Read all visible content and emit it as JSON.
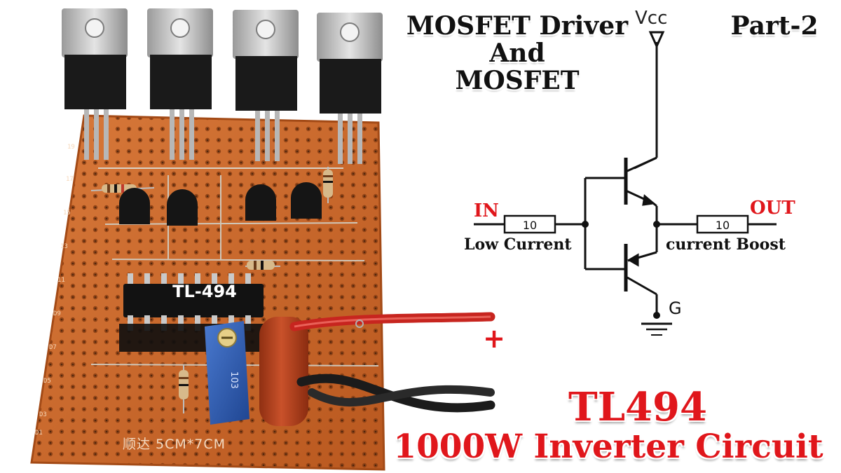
{
  "titles": {
    "driver_line1": "MOSFET Driver",
    "driver_line2": "And",
    "driver_line3": "MOSFET",
    "part": "Part-2",
    "main_line1": "TL494",
    "main_line2": "1000W Inverter Circuit"
  },
  "schematic": {
    "vcc": "Vcc",
    "in": "IN",
    "out": "OUT",
    "resistor_in": "10",
    "resistor_out": "10",
    "low_current": "Low Current",
    "current_boost": "current Boost",
    "ground": "G"
  },
  "photo": {
    "chip_label": "TL-494",
    "board_text": "顺达    5CM*7CM",
    "trimmer_code": "103",
    "plus_sign": "+"
  },
  "colors": {
    "accent_red": "#e0161b",
    "board": "#c9692c",
    "trimmer": "#2f5fb3",
    "capacitor": "#b3411f"
  }
}
